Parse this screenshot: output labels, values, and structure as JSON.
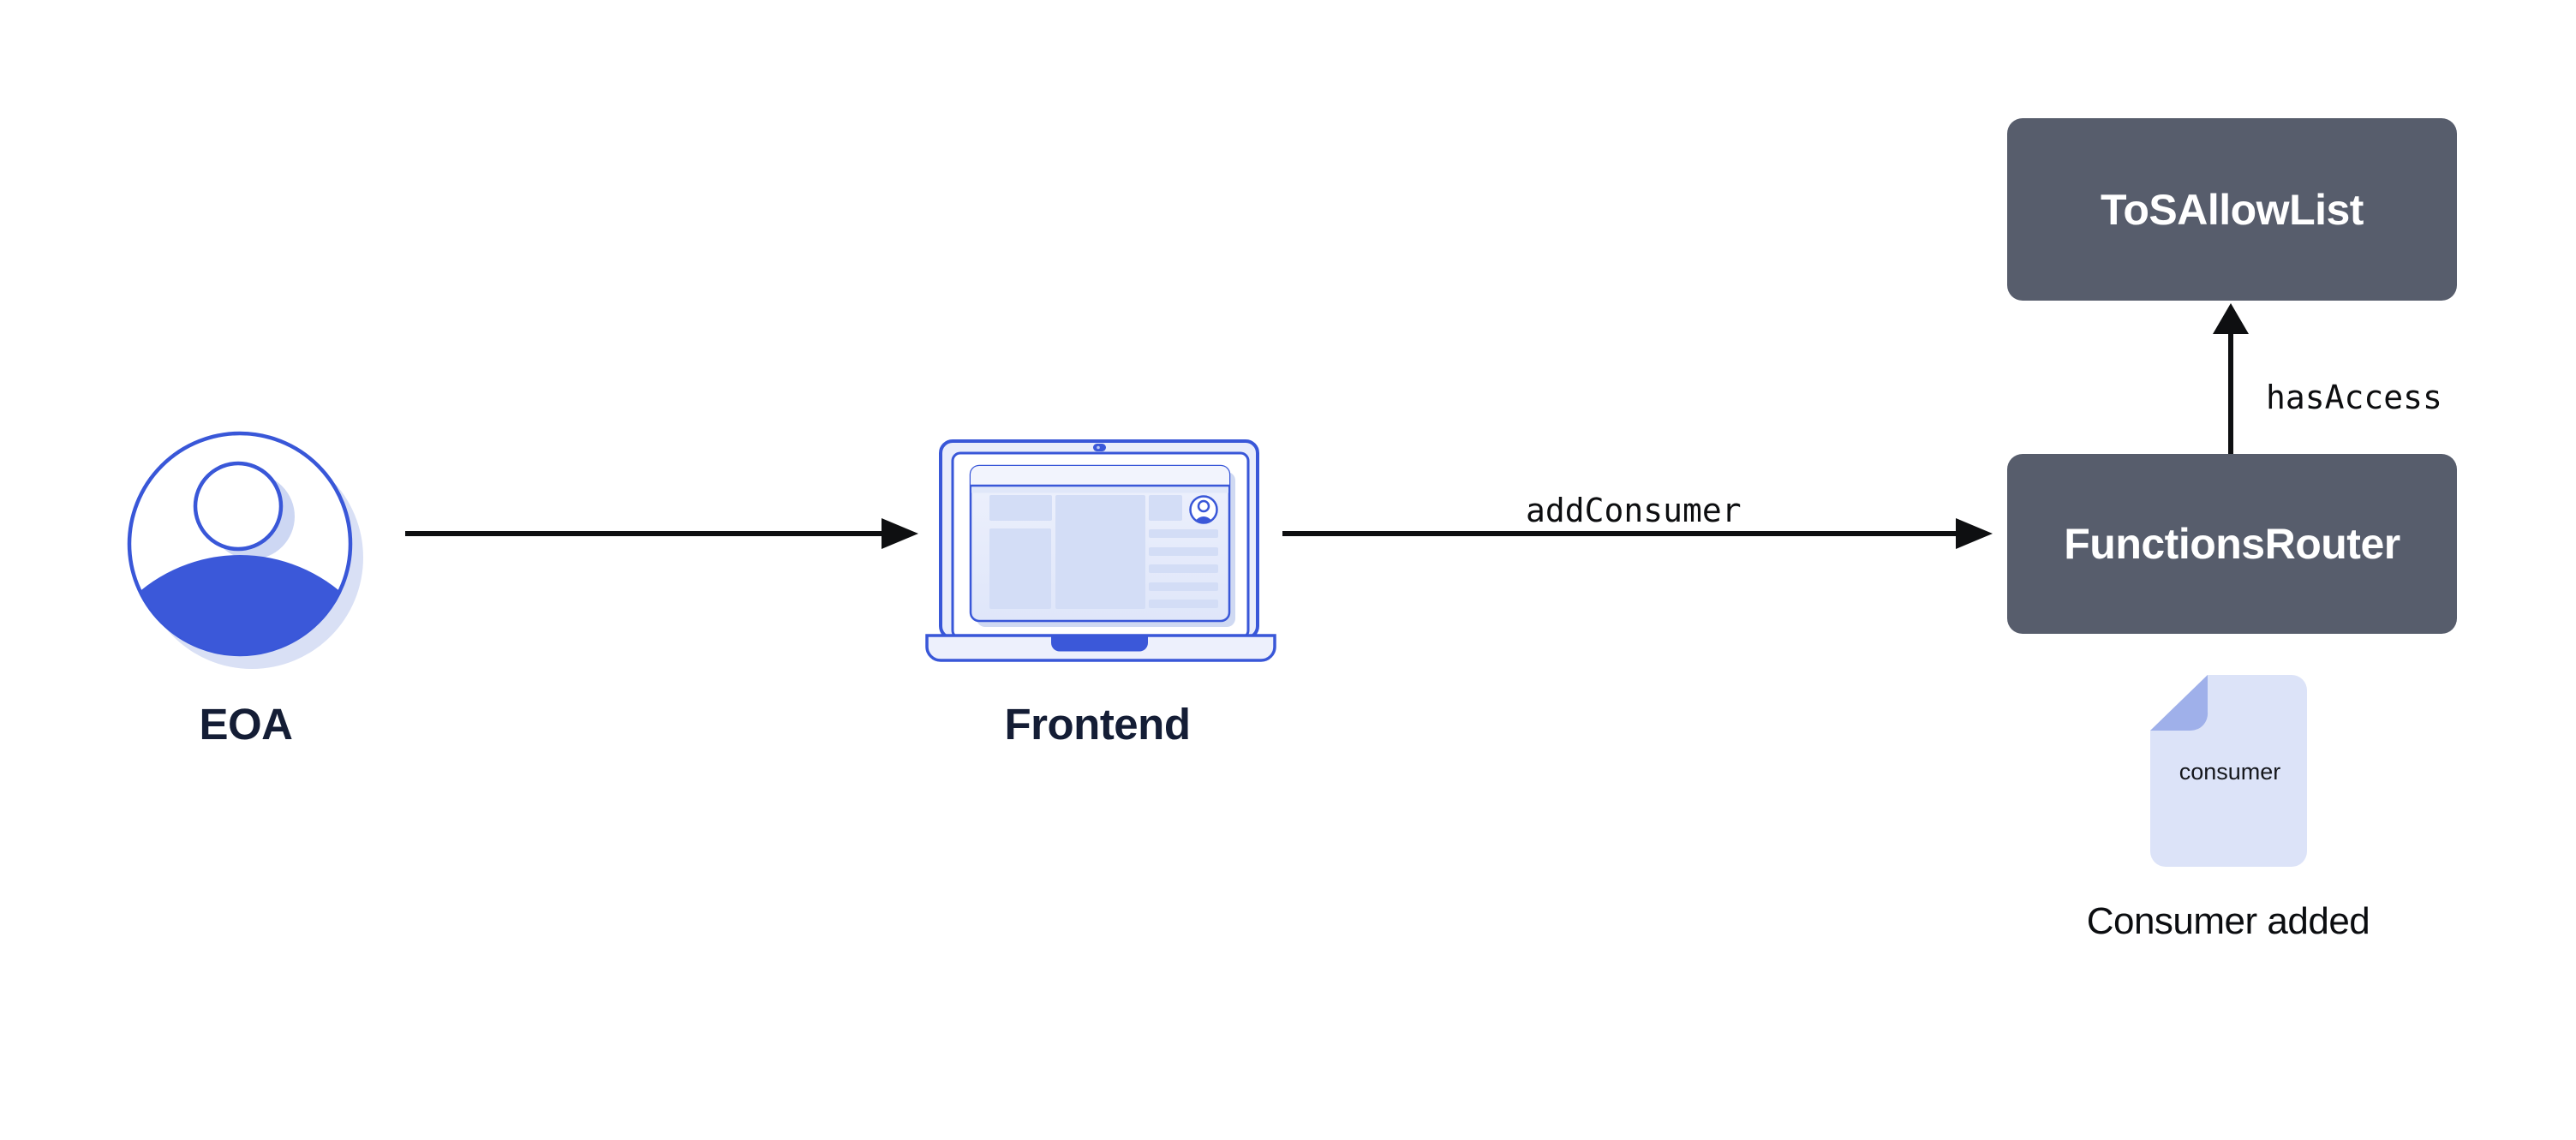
{
  "diagram": {
    "title_hint": "Chainlink Functions subscription flow diagram",
    "nodes": {
      "eoa": {
        "label": "EOA",
        "icon": "user-avatar-icon"
      },
      "frontend": {
        "label": "Frontend",
        "icon": "laptop-icon"
      },
      "tos_allow_list": {
        "label": "ToSAllowList",
        "type": "contract"
      },
      "functions_router": {
        "label": "FunctionsRouter",
        "type": "contract"
      },
      "consumer_document": {
        "label": "consumer",
        "caption": "Consumer added",
        "icon": "document-icon"
      }
    },
    "edges": {
      "eoa_to_frontend": {
        "label": "",
        "direction": "right"
      },
      "frontend_to_functions_router": {
        "label": "addConsumer",
        "direction": "right"
      },
      "functions_router_to_tos_allow_list": {
        "label": "hasAccess",
        "direction": "up"
      }
    },
    "colors": {
      "background": "#ffffff",
      "contract_box_fill": "#575d6c",
      "contract_box_text": "#ffffff",
      "brand_blue_stroke": "#3957d8",
      "brand_blue_fill": "#3b58d9",
      "light_lavender_fill": "#e9edfb",
      "block_fill": "#d3ddf6",
      "doc_fill": "#dce3f8",
      "doc_fold_fill": "#9fb0ea",
      "label_navy": "#141d35",
      "arrow_black": "#0e0f11"
    }
  }
}
